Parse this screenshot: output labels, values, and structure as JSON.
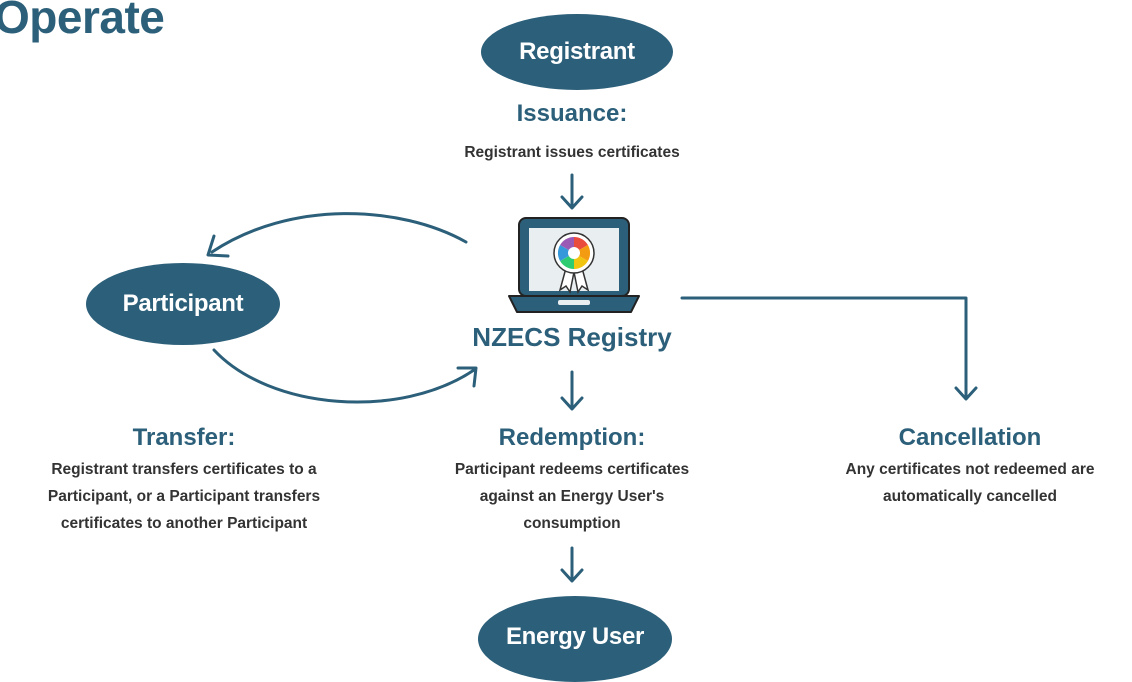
{
  "page_title": "Operate",
  "nodes": {
    "registrant": "Registrant",
    "participant": "Participant",
    "energy_user": "Energy User",
    "registry": "NZECS Registry"
  },
  "steps": {
    "issuance": {
      "title": "Issuance:",
      "desc": "Registrant issues certificates"
    },
    "transfer": {
      "title": "Transfer:",
      "lines": [
        "Registrant transfers certificates to a",
        "Participant, or a Participant transfers",
        "certificates to another Participant"
      ]
    },
    "redemption": {
      "title": "Redemption:",
      "lines": [
        "Participant redeems certificates",
        "against an Energy User's",
        "consumption"
      ]
    },
    "cancellation": {
      "title": "Cancellation",
      "lines": [
        "Any certificates not redeemed are",
        "automatically cancelled"
      ]
    }
  },
  "icons": {
    "laptop": "laptop-icon",
    "certificate": "certificate-badge-icon"
  },
  "colors": {
    "primary": "#2c5f79",
    "text": "#333333"
  }
}
